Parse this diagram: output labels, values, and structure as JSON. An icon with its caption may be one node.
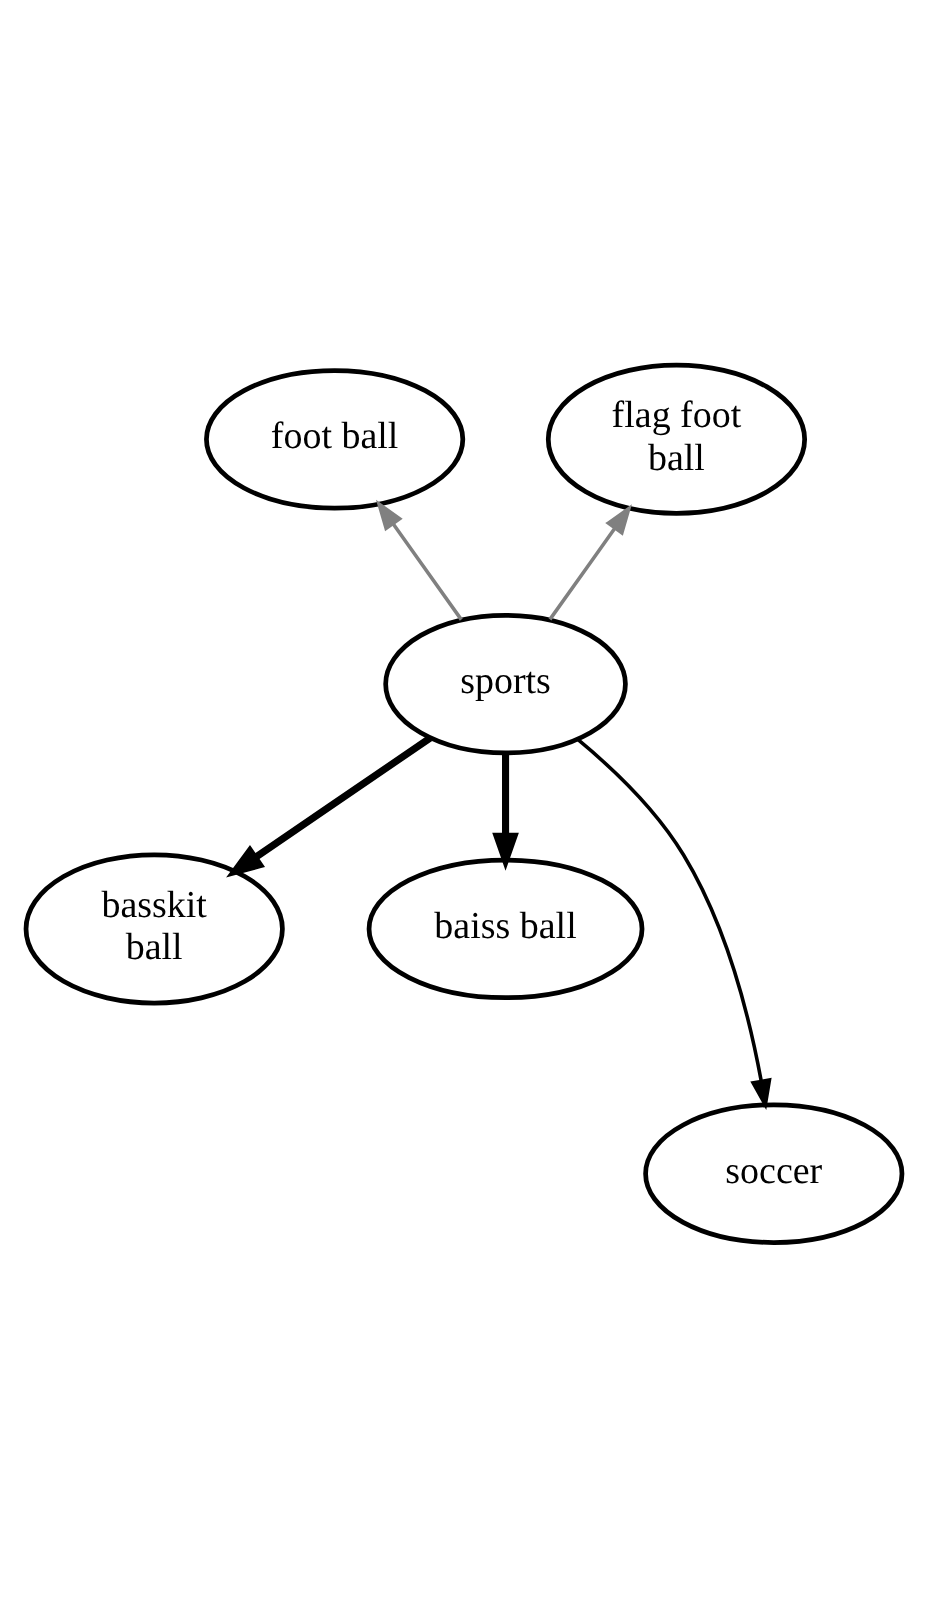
{
  "diagram": {
    "nodes": [
      {
        "text": [
          "foot ball"
        ]
      },
      {
        "text": [
          "flag foot ball"
        ]
      },
      {
        "text": [
          "sports"
        ]
      },
      {
        "text": [
          "basskit ball"
        ]
      },
      {
        "text": [
          "baiss ball"
        ]
      },
      {
        "text": [
          "soccer"
        ]
      }
    ],
    "edges": [
      {
        "from": 2,
        "to": 0,
        "arrow": "to",
        "color": "#808080"
      },
      {
        "from": 2,
        "to": 1,
        "arrow": "to",
        "color": "#808080"
      },
      {
        "from": 2,
        "to": 3,
        "arrow": "to",
        "style": "thick"
      },
      {
        "from": 2,
        "to": 5,
        "arrow": "to"
      },
      {
        "from": 2,
        "to": 4,
        "arrow": "to",
        "style": "thick"
      }
    ]
  }
}
